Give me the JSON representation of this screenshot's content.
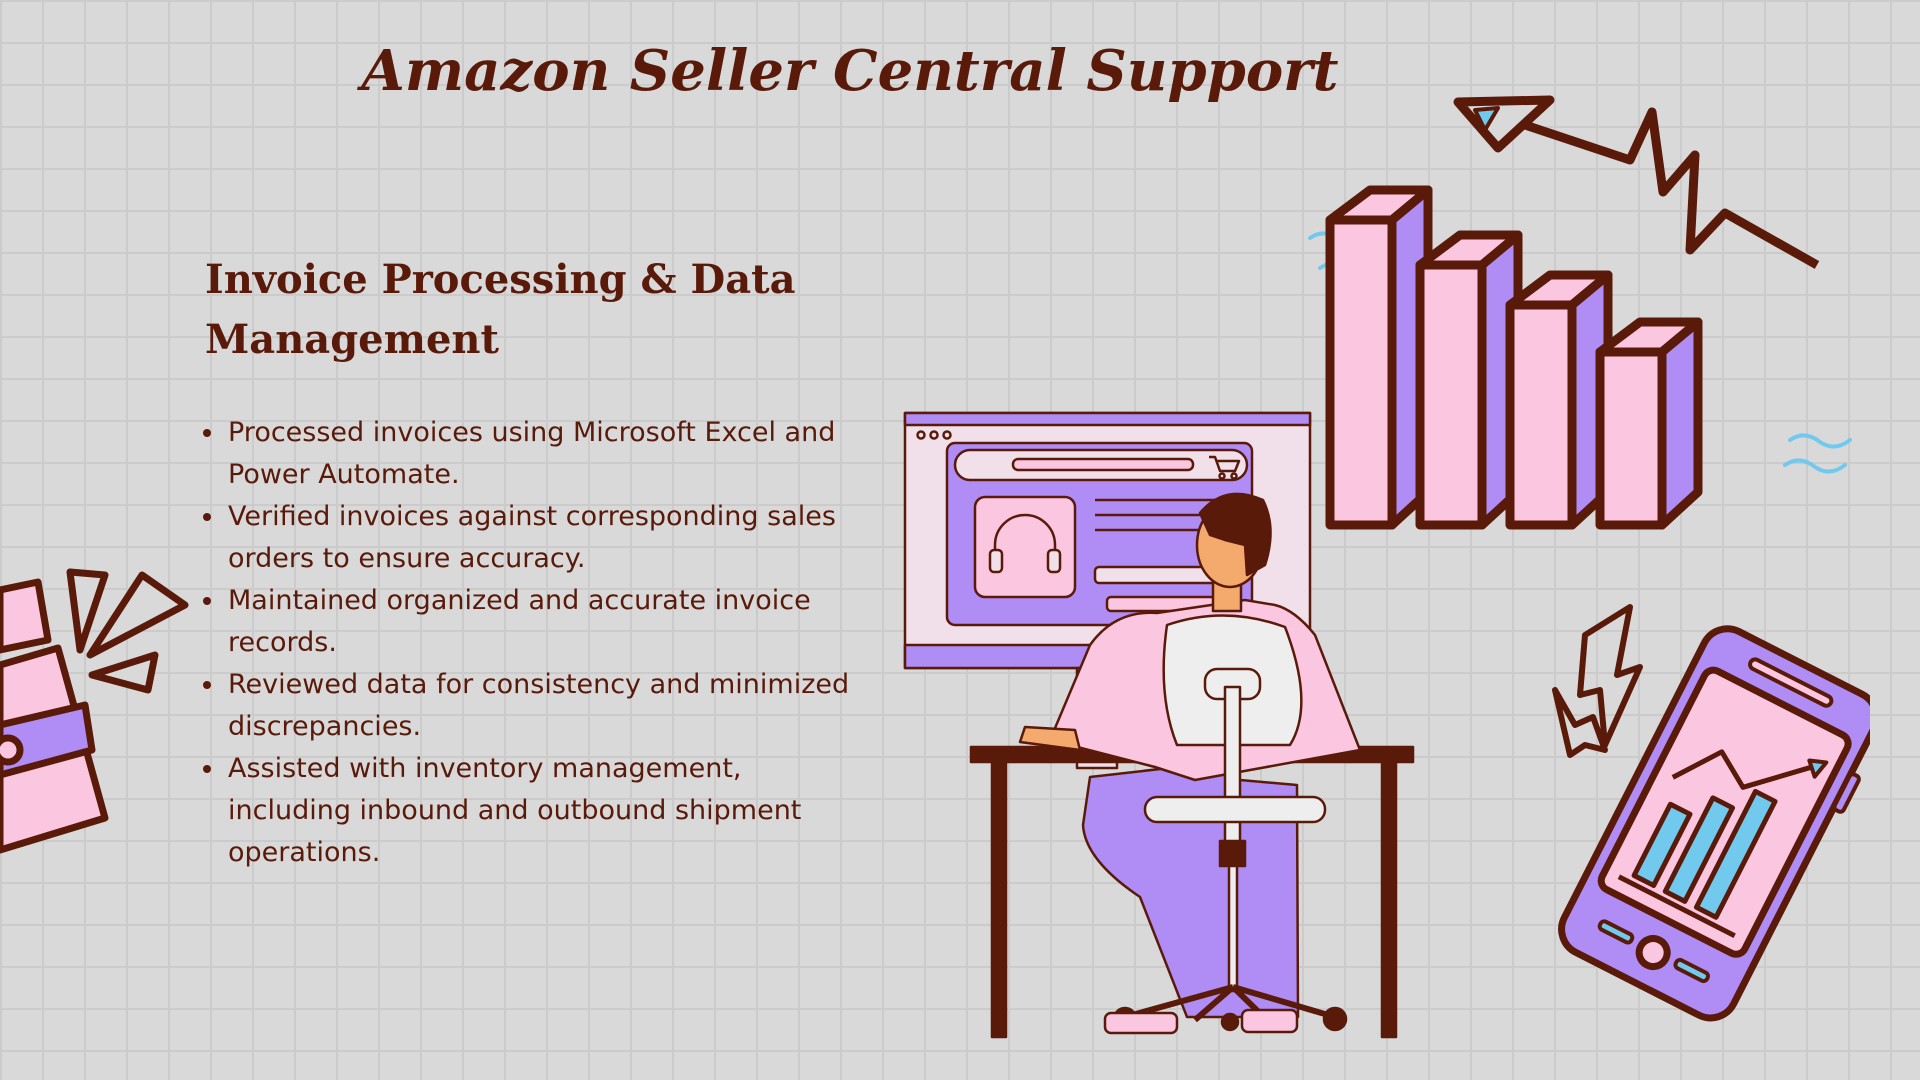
{
  "slide": {
    "title": "Amazon Seller Central Support",
    "section_heading_line1": "Invoice Processing & Data",
    "section_heading_line2": "Management",
    "bullets": [
      "Processed invoices using Microsoft Excel and Power Automate.",
      "Verified invoices against corresponding sales orders to ensure accuracy.",
      "Maintained organized and accurate invoice records.",
      "Reviewed data for consistency and minimized discrepancies.",
      "Assisted with inventory management, including inbound and outbound shipment operations."
    ]
  },
  "illustrations": {
    "workspace": [
      "computer-monitor-icon",
      "headphones-icon",
      "shopping-cart-icon",
      "office-chair-icon",
      "desk-icon"
    ],
    "bar_chart_decoration": [
      "bar-chart-icon",
      "trend-arrow-icon"
    ],
    "phone_decoration": [
      "smartphone-icon",
      "lightning-icon"
    ],
    "wallet_decoration": [
      "wallet-icon"
    ]
  },
  "colors": {
    "background": "#d9d9d9",
    "grid": "#cbcbcb",
    "text": "#5a1a0a",
    "outline": "#5a1a0a",
    "pink": "#fbc6e0",
    "purple": "#b08cf5",
    "blue": "#71c9ee"
  }
}
